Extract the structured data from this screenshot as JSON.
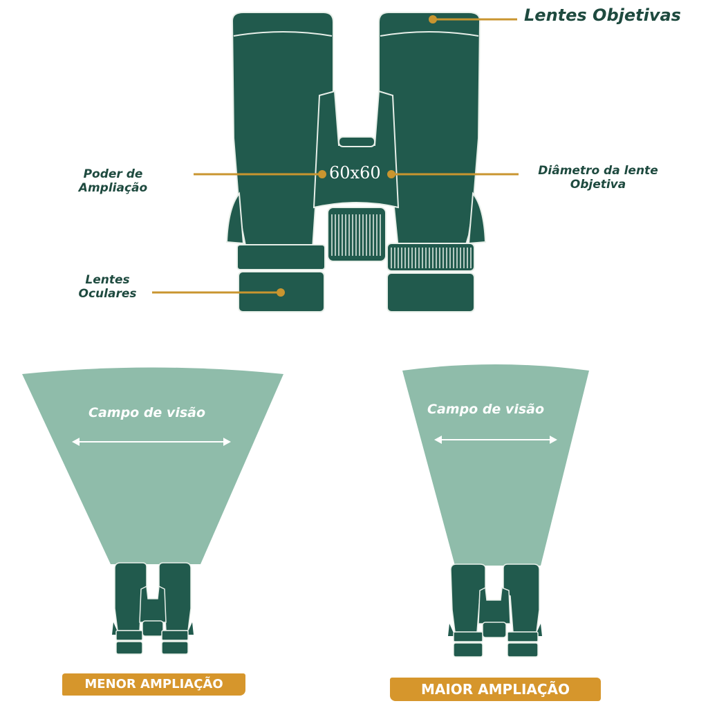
{
  "labels": {
    "objective_lenses": "Lentes Objetivas",
    "magnification_power_line1": "Poder de",
    "magnification_power_line2": "Ampliação",
    "objective_diameter_line1": "Diâmetro da lente",
    "objective_diameter_line2": "Objetiva",
    "eyepiece_lenses_line1": "Lentes",
    "eyepiece_lenses_line2": "Oculares",
    "spec": "60x60"
  },
  "field_of_view": {
    "left_label": "Campo de visão",
    "right_label": "Campo de visão"
  },
  "badges": {
    "lower": "MENOR AMPLIAÇÃO",
    "higher": "MAIOR AMPLIAÇÃO"
  },
  "colors": {
    "body": "#215a4d",
    "outline": "#e8efe9",
    "cone": "#8fbcaa",
    "leader": "#c9952f",
    "badge": "#d6962c",
    "label_text": "#1e4a3f"
  }
}
